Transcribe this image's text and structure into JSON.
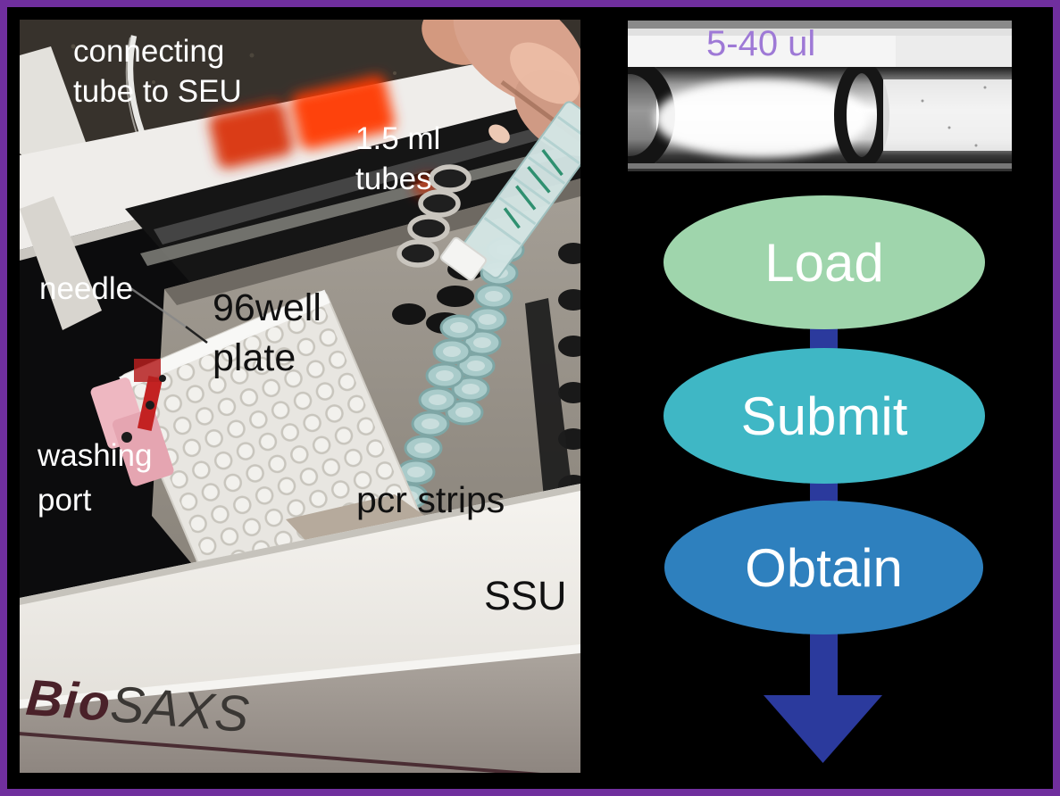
{
  "frame": {
    "background": "#000000",
    "border_color": "#702F9E"
  },
  "photo_panel": {
    "labels": {
      "connecting_tube": "connecting\ntube to SEU",
      "tubes": "1.5 ml\ntubes",
      "needle": "needle",
      "well_plate": "96well\nplate",
      "washing_port": "washing\nport",
      "pcr_strips": "pcr strips",
      "ssu": "SSU"
    },
    "logo": {
      "prefix": "Bio",
      "suffix": "SAXS",
      "prefix_color": "#4A2129",
      "suffix_color": "#3A3734"
    }
  },
  "capillary_panel": {
    "volume_label": "5-40 ul",
    "label_color": "#9E79D6"
  },
  "flowchart": {
    "text_color": "#FFFFFF",
    "connector_color": "#2B3A9D",
    "steps": [
      {
        "label": "Load",
        "fill": "#9FD5AC"
      },
      {
        "label": "Submit",
        "fill": "#3FB7C5"
      },
      {
        "label": "Obtain",
        "fill": "#2E80BE"
      }
    ]
  }
}
